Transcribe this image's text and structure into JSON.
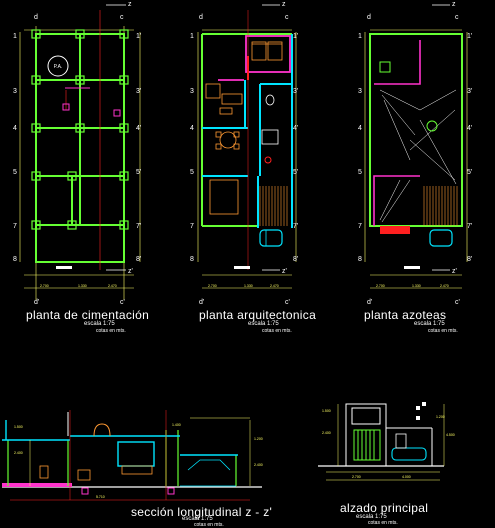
{
  "colors": {
    "background": "#000000",
    "wall_green": "#66ff33",
    "axis_red": "#ff2020",
    "dim_yellow": "#ffff66",
    "wall_cyan": "#00e5ff",
    "wall_magenta": "#ff33cc",
    "furniture_orange": "#ff9933",
    "text_white": "#ffffff"
  },
  "grid_axes": {
    "rows": [
      "1",
      "3",
      "4",
      "5",
      "7",
      "8"
    ],
    "cols": [
      "d",
      "c"
    ],
    "section_mark": "z"
  },
  "drawings": [
    {
      "title": "planta de cimentación",
      "scale": "escala 1:75",
      "units": "cotas en mts."
    },
    {
      "title": "planta arquitectonica",
      "scale": "escala 1:75",
      "units": "cotas en mts."
    },
    {
      "title": "planta azoteas",
      "scale": "escala 1:75",
      "units": "cotas en mts."
    },
    {
      "title": "sección longitudinal z - z'",
      "scale": "escala 1:75",
      "units": "cotas en mts."
    },
    {
      "title": "alzado principal",
      "scale": "escala 1:75",
      "units": "cotas en mts."
    }
  ]
}
